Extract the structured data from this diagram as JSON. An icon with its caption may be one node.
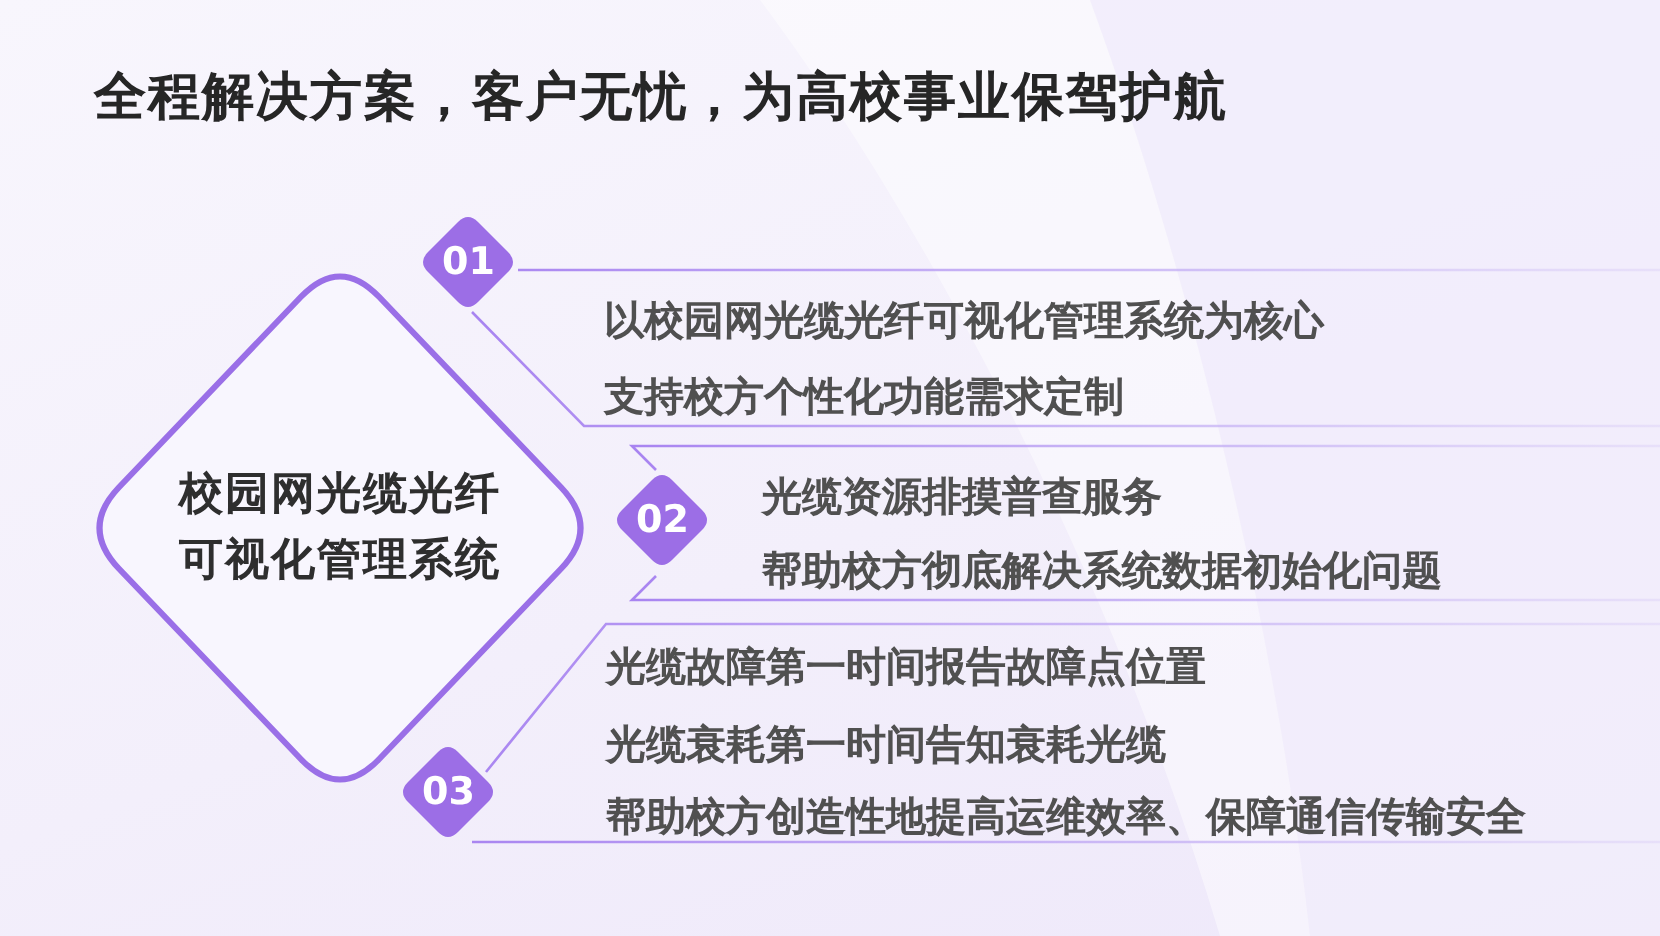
{
  "diagram": {
    "title": "全程解决方案，客户无忧，为高校事业保驾护航",
    "nodes": [
      {
        "text": [
          "校园网光缆光纤可视化管理系统"
        ]
      },
      {
        "text": [
          "01"
        ]
      },
      {
        "text": [
          "以校园网光缆光纤可视化管理系统为核心",
          "支持校方个性化功能需求定制"
        ]
      },
      {
        "text": [
          "02"
        ]
      },
      {
        "text": [
          "光缆资源排摸普查服务",
          "帮助校方彻底解决系统数据初始化问题"
        ]
      },
      {
        "text": [
          "03"
        ]
      },
      {
        "text": [
          "光缆故障第一时间报告故障点位置",
          "光缆衰耗第一时间告知衰耗光缆",
          "帮助校方创造性地提高运维效率、保障通信传输安全"
        ]
      }
    ]
  }
}
